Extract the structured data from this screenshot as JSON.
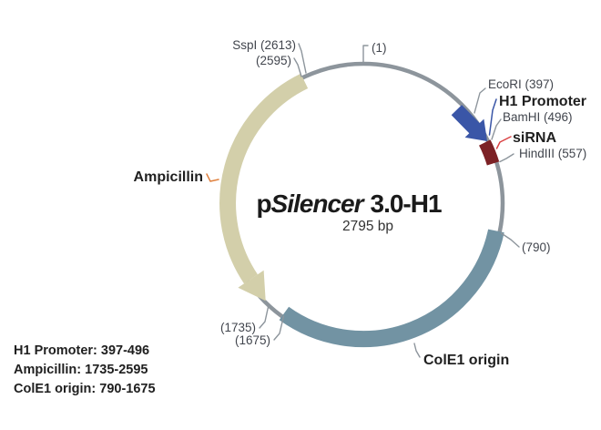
{
  "figure": {
    "title_prefix": "p",
    "title_italic": "Silencer",
    "title_suffix": "3.0-H1",
    "size_label": "2795 bp"
  },
  "labels": {
    "sspi": "SspI (2613)",
    "pos_2595": "(2595)",
    "pos_1": "(1)",
    "ecori": "EcoRI (397)",
    "h1_promoter": "H1 Promoter",
    "bamhi": "BamHI (496)",
    "sirna": "siRNA",
    "hindiii": "HindIII (557)",
    "pos_790": "(790)",
    "cole1_origin": "ColE1 origin",
    "pos_1735": "(1735)",
    "pos_1675": "(1675)",
    "ampicillin": "Ampicillin"
  },
  "legend": {
    "lines": [
      "H1 Promoter: 397-496",
      "Ampicillin: 1735-2595",
      "ColE1 origin: 790-1675"
    ]
  },
  "colors": {
    "backbone": "#8d959c",
    "ampicillin": "#d3cfaa",
    "cole1": "#7293a3",
    "h1_promoter": "#3a56a7",
    "sirna": "#7c2125",
    "ampicillin_leader": "#e0813f",
    "sirna_leader": "#da4345"
  }
}
